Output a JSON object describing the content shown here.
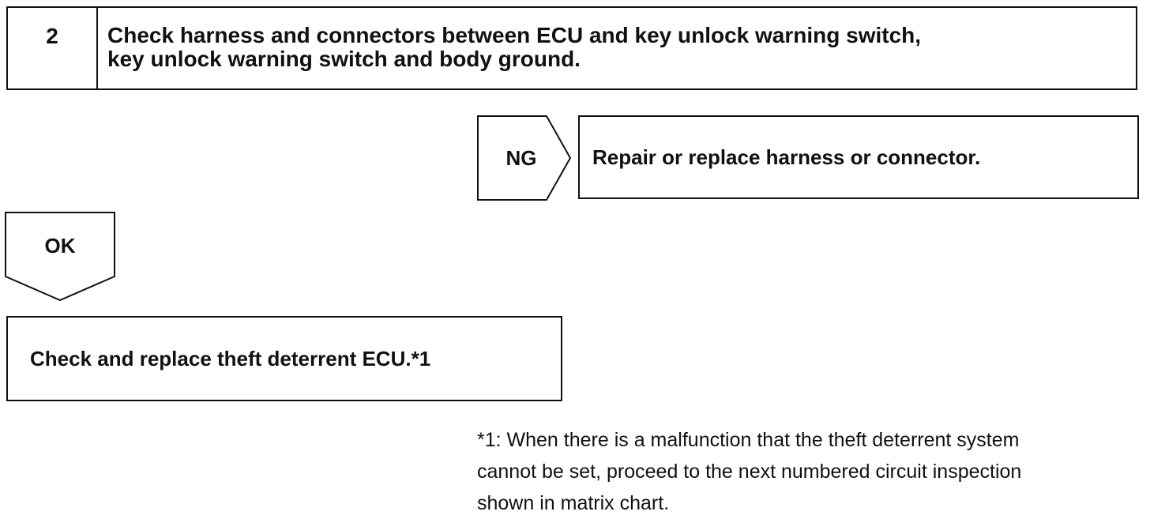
{
  "step": {
    "number": "2",
    "title": "Check harness and connectors between ECU and key unlock warning switch,\nkey unlock warning switch and body ground."
  },
  "ng_branch": {
    "label": "NG",
    "action": "Repair or replace harness or connector."
  },
  "ok_branch": {
    "label": "OK",
    "action": "Check and replace theft deterrent ECU.*1"
  },
  "footnote": {
    "text": "*1: When there is a malfunction that the theft deterrent system\ncannot be set, proceed to the next numbered circuit inspection\nshown in matrix chart."
  }
}
